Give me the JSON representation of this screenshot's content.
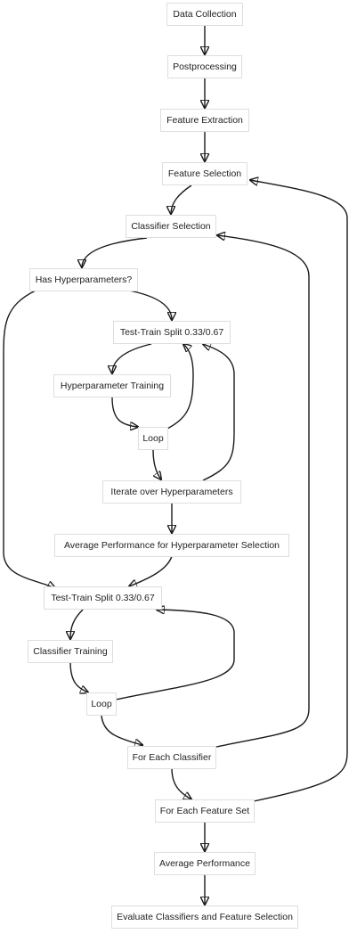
{
  "nodes": {
    "data_collection": "Data Collection",
    "postprocessing": "Postprocessing",
    "feature_extraction": "Feature Extraction",
    "feature_selection": "Feature Selection",
    "classifier_selection": "Classifier Selection",
    "has_hyperparameters": "Has Hyperparameters?",
    "test_train_split_hp": "Test-Train Split 0.33/0.67",
    "hyperparameter_training": "Hyperparameter Training",
    "loop_hp": "Loop",
    "iterate_hyperparameters": "Iterate over Hyperparameters",
    "average_performance_hp": "Average Performance for Hyperparameter Selection",
    "test_train_split_clf": "Test-Train Split 0.33/0.67",
    "classifier_training": "Classifier Training",
    "loop_clf": "Loop",
    "for_each_classifier": "For Each Classifier",
    "for_each_feature_set": "For Each Feature Set",
    "average_performance": "Average Performance",
    "evaluate": "Evaluate Classifiers and Feature Selection"
  },
  "colors": {
    "edge": "#1a1a1a",
    "node_border": "#dedede",
    "node_fill": "#ffffff",
    "text": "#222222"
  }
}
